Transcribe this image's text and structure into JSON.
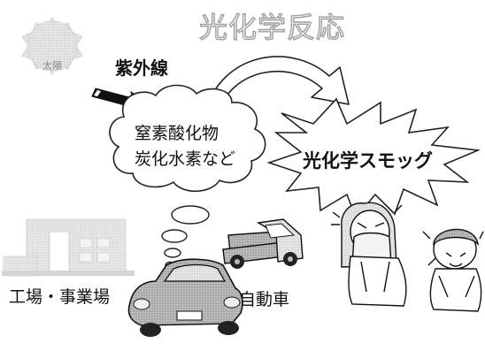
{
  "labels": {
    "sun": "太陽",
    "uv": "紫外線",
    "reaction": "光化学反応",
    "pollutant_line1": "窒素酸化物",
    "pollutant_line2": "炭化水素など",
    "smog": "光化学スモッグ",
    "factory": "工場・事業場",
    "car": "自動車"
  },
  "icons": [
    "sun-gear",
    "uv-arrow",
    "curved-reaction-arrow",
    "thought-cloud",
    "smog-burst",
    "factory-building",
    "truck",
    "car",
    "suffering-woman",
    "suffering-boy"
  ]
}
